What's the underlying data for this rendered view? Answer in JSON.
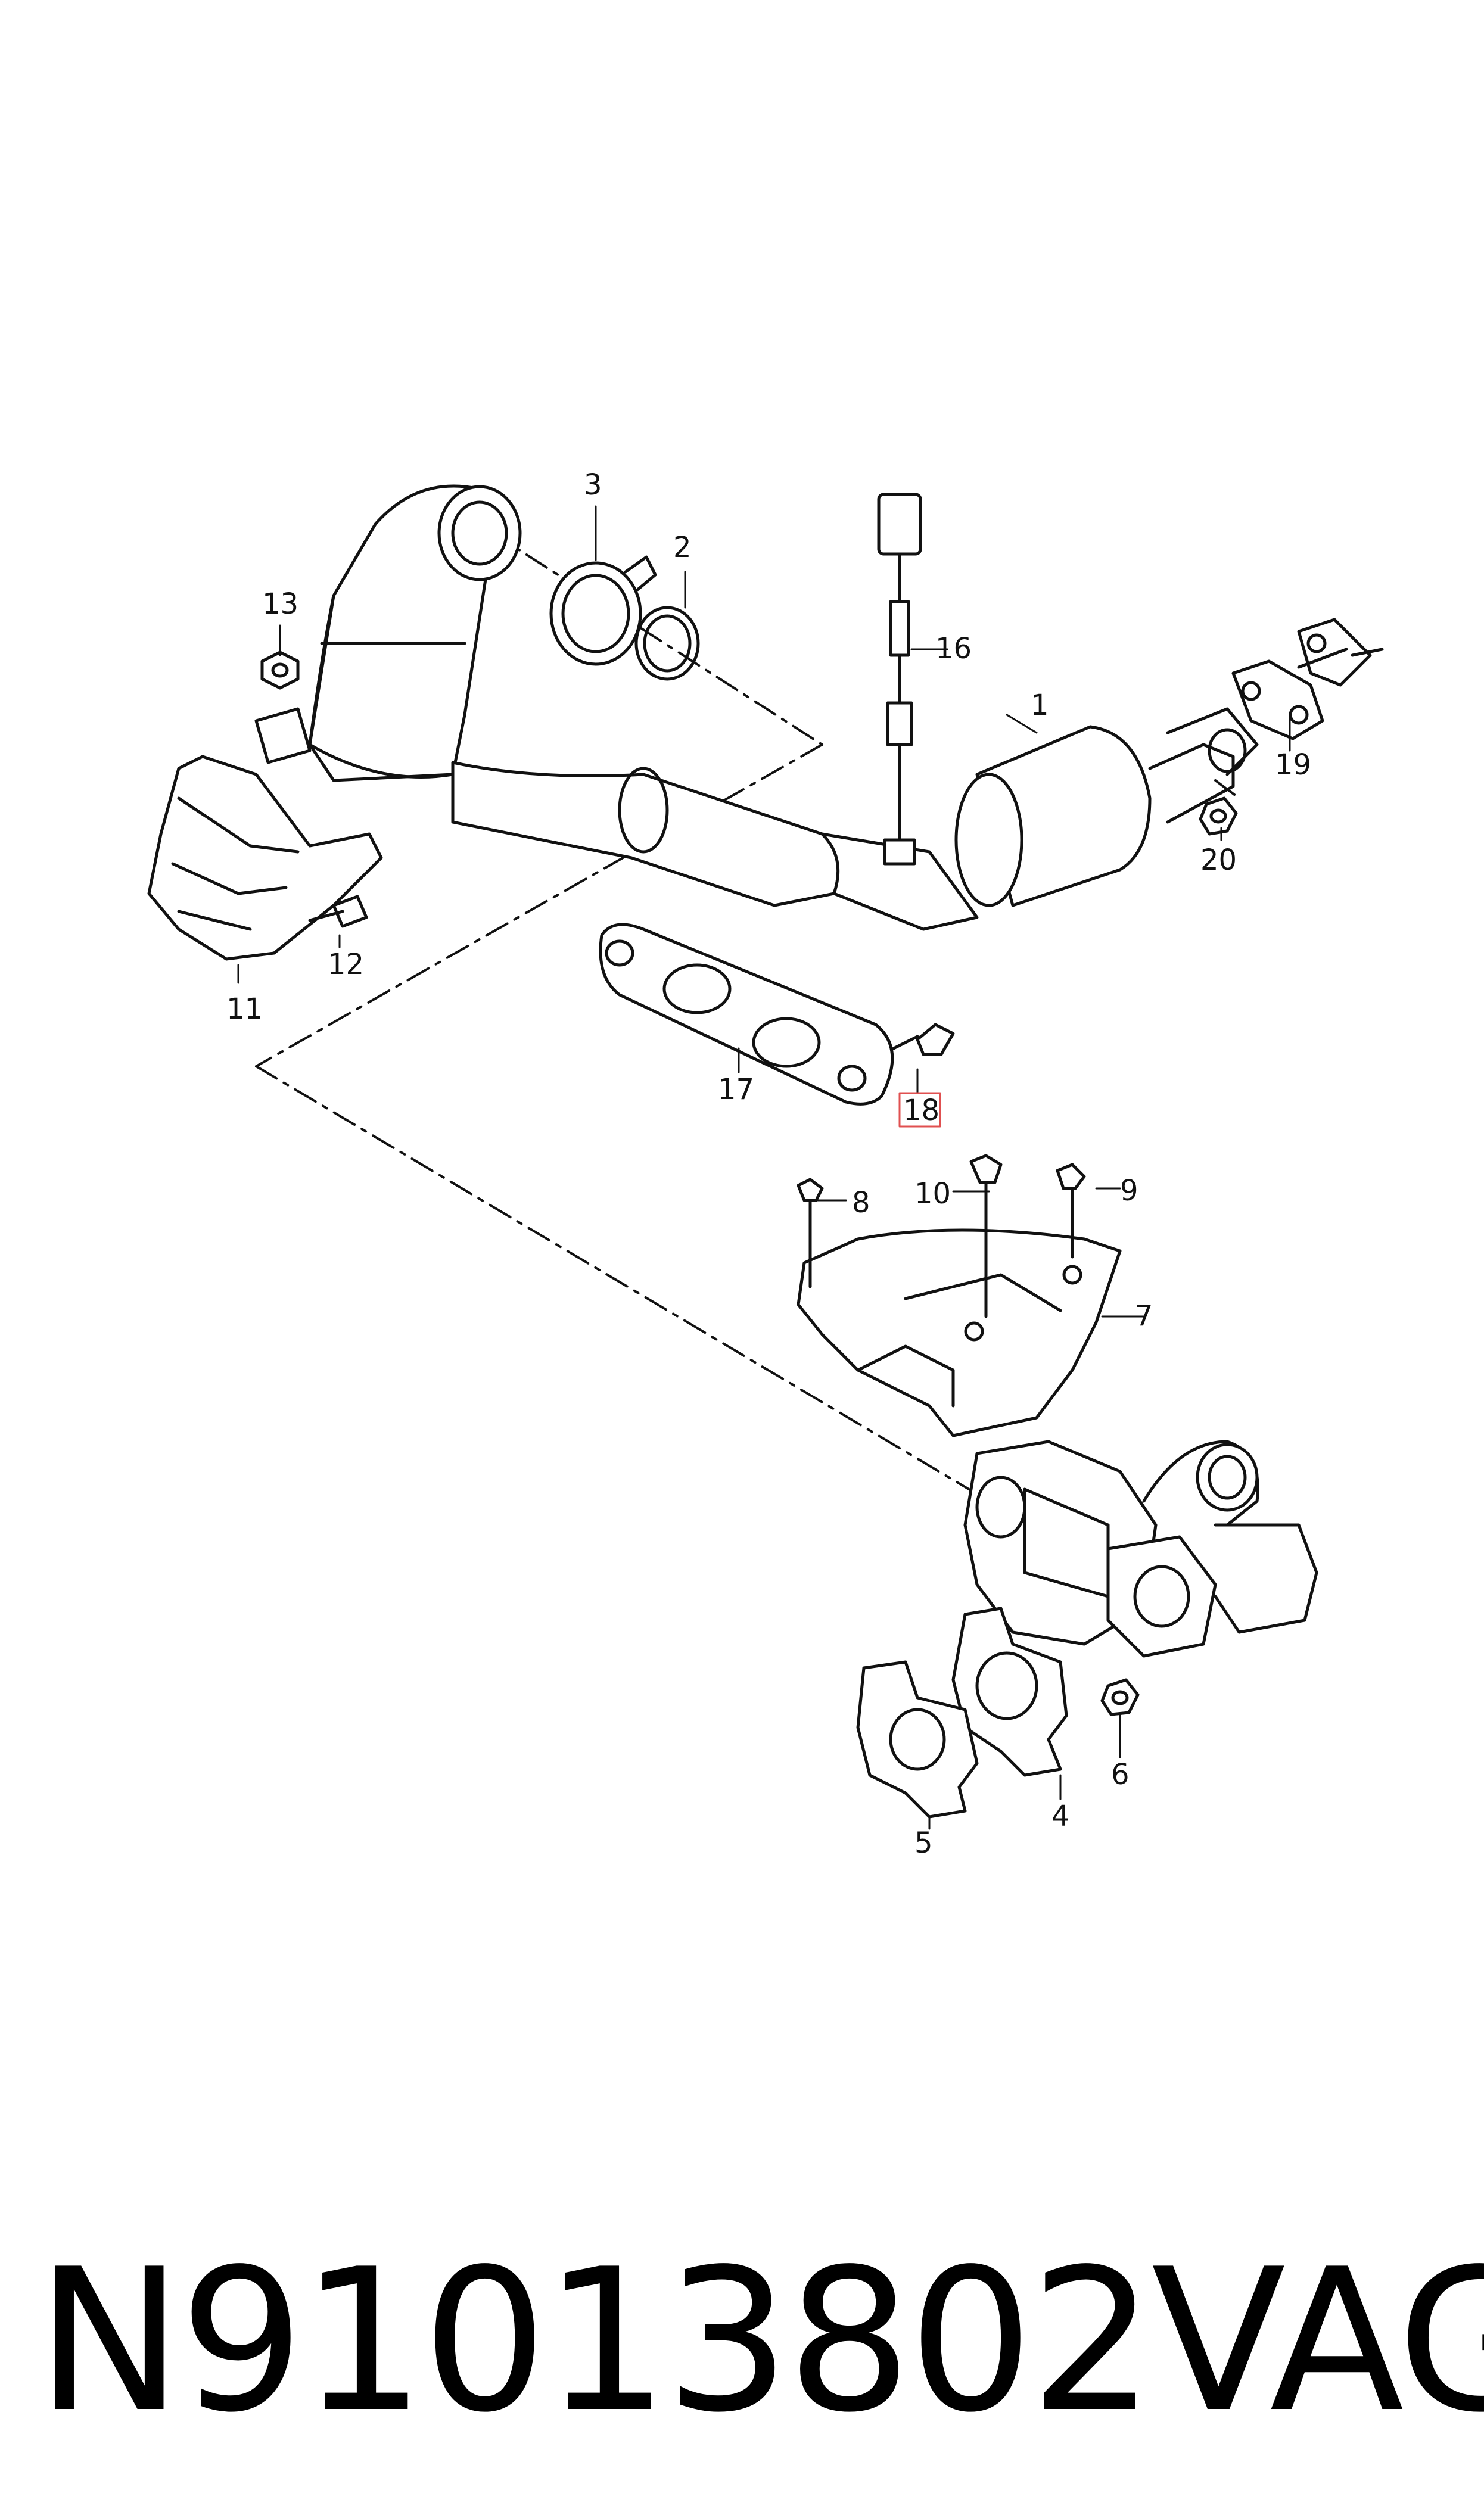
{
  "diagram": {
    "callouts": [
      {
        "id": "1",
        "label": "1"
      },
      {
        "id": "2",
        "label": "2"
      },
      {
        "id": "3",
        "label": "3"
      },
      {
        "id": "4",
        "label": "4"
      },
      {
        "id": "5",
        "label": "5"
      },
      {
        "id": "6",
        "label": "6"
      },
      {
        "id": "7",
        "label": "7"
      },
      {
        "id": "8",
        "label": "8"
      },
      {
        "id": "9",
        "label": "9"
      },
      {
        "id": "10",
        "label": "10"
      },
      {
        "id": "11",
        "label": "11"
      },
      {
        "id": "12",
        "label": "12"
      },
      {
        "id": "13",
        "label": "13"
      },
      {
        "id": "16",
        "label": "16"
      },
      {
        "id": "17",
        "label": "17"
      },
      {
        "id": "18",
        "label": "18",
        "highlighted": true
      },
      {
        "id": "19",
        "label": "19"
      },
      {
        "id": "20",
        "label": "20"
      }
    ],
    "highlight_color": "#e05050"
  },
  "footer": {
    "part_number": "N91013802",
    "brand": "VAG"
  }
}
